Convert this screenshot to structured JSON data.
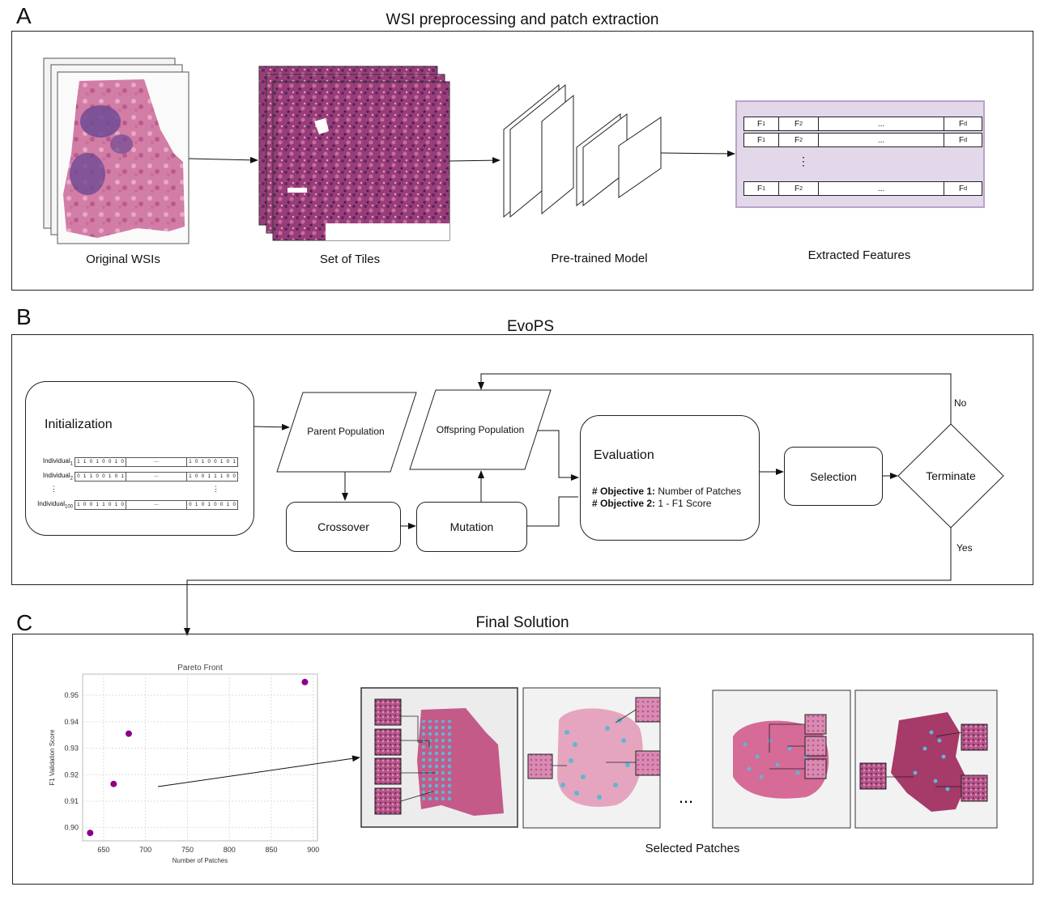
{
  "sectionA": {
    "letter": "A",
    "title": "WSI preprocessing and patch extraction",
    "captions": {
      "wsi": "Original WSIs",
      "tiles": "Set of Tiles",
      "model": "Pre-trained Model",
      "features": "Extracted Features"
    },
    "feature_rows": [
      [
        "F1",
        "F2",
        "...",
        "Fd"
      ],
      [
        "F1",
        "F2",
        "...",
        "Fd"
      ],
      [
        "F1",
        "F2",
        "...",
        "Fd"
      ]
    ],
    "feature_dots": "⋮"
  },
  "sectionB": {
    "letter": "B",
    "title": "EvoPS",
    "initialization": {
      "title": "Initialization",
      "rows": [
        {
          "label": "Individual",
          "sub": "1",
          "bits_a": "1 1 0 1 0 0 1 0",
          "bits_b": "1 0 1 0 0 1 0 1"
        },
        {
          "label": "Individual",
          "sub": "2",
          "bits_a": "0 1 1 0 0 1 0 1",
          "bits_b": "1 0 0 1 1 1 0 0"
        },
        {
          "label": "Individual",
          "sub": "100",
          "bits_a": "1 0 0 1 1 0 1 0",
          "bits_b": "0 1 0 1 0 0 1 0"
        }
      ],
      "ellipsis": "...",
      "dots": "⋮"
    },
    "parent": "Parent Population",
    "offspring": "Offspring Population",
    "crossover": "Crossover",
    "mutation": "Mutation",
    "evaluation": {
      "title": "Evaluation",
      "obj1_label": "# Objective 1:",
      "obj1_text": " Number of Patches",
      "obj2_label": "# Objective 2:",
      "obj2_text": " 1 - F1 Score"
    },
    "selection": "Selection",
    "terminate": "Terminate",
    "no": "No",
    "yes": "Yes"
  },
  "sectionC": {
    "letter": "C",
    "title": "Final Solution",
    "selected_caption": "Selected Patches",
    "ellipsis": "...",
    "colors": {
      "tissue": "#c45a88",
      "tissue_light": "#e6a5bf",
      "patch": "#5fb6d6",
      "marker": "#8b008b"
    }
  },
  "chart_data": {
    "type": "scatter",
    "title": "Pareto Front",
    "xlabel": "Number of Patches",
    "ylabel": "F1 Validation Score",
    "xlim": [
      625,
      905
    ],
    "ylim": [
      0.895,
      0.958
    ],
    "xticks": [
      650,
      700,
      750,
      800,
      850,
      900
    ],
    "yticks": [
      0.9,
      0.91,
      0.92,
      0.93,
      0.94,
      0.95
    ],
    "grid": true,
    "points": [
      {
        "x": 634,
        "y": 0.898
      },
      {
        "x": 662,
        "y": 0.9165
      },
      {
        "x": 680,
        "y": 0.9355
      },
      {
        "x": 890,
        "y": 0.955
      }
    ],
    "highlighted_index": 1,
    "marker_color": "#8b008b"
  }
}
